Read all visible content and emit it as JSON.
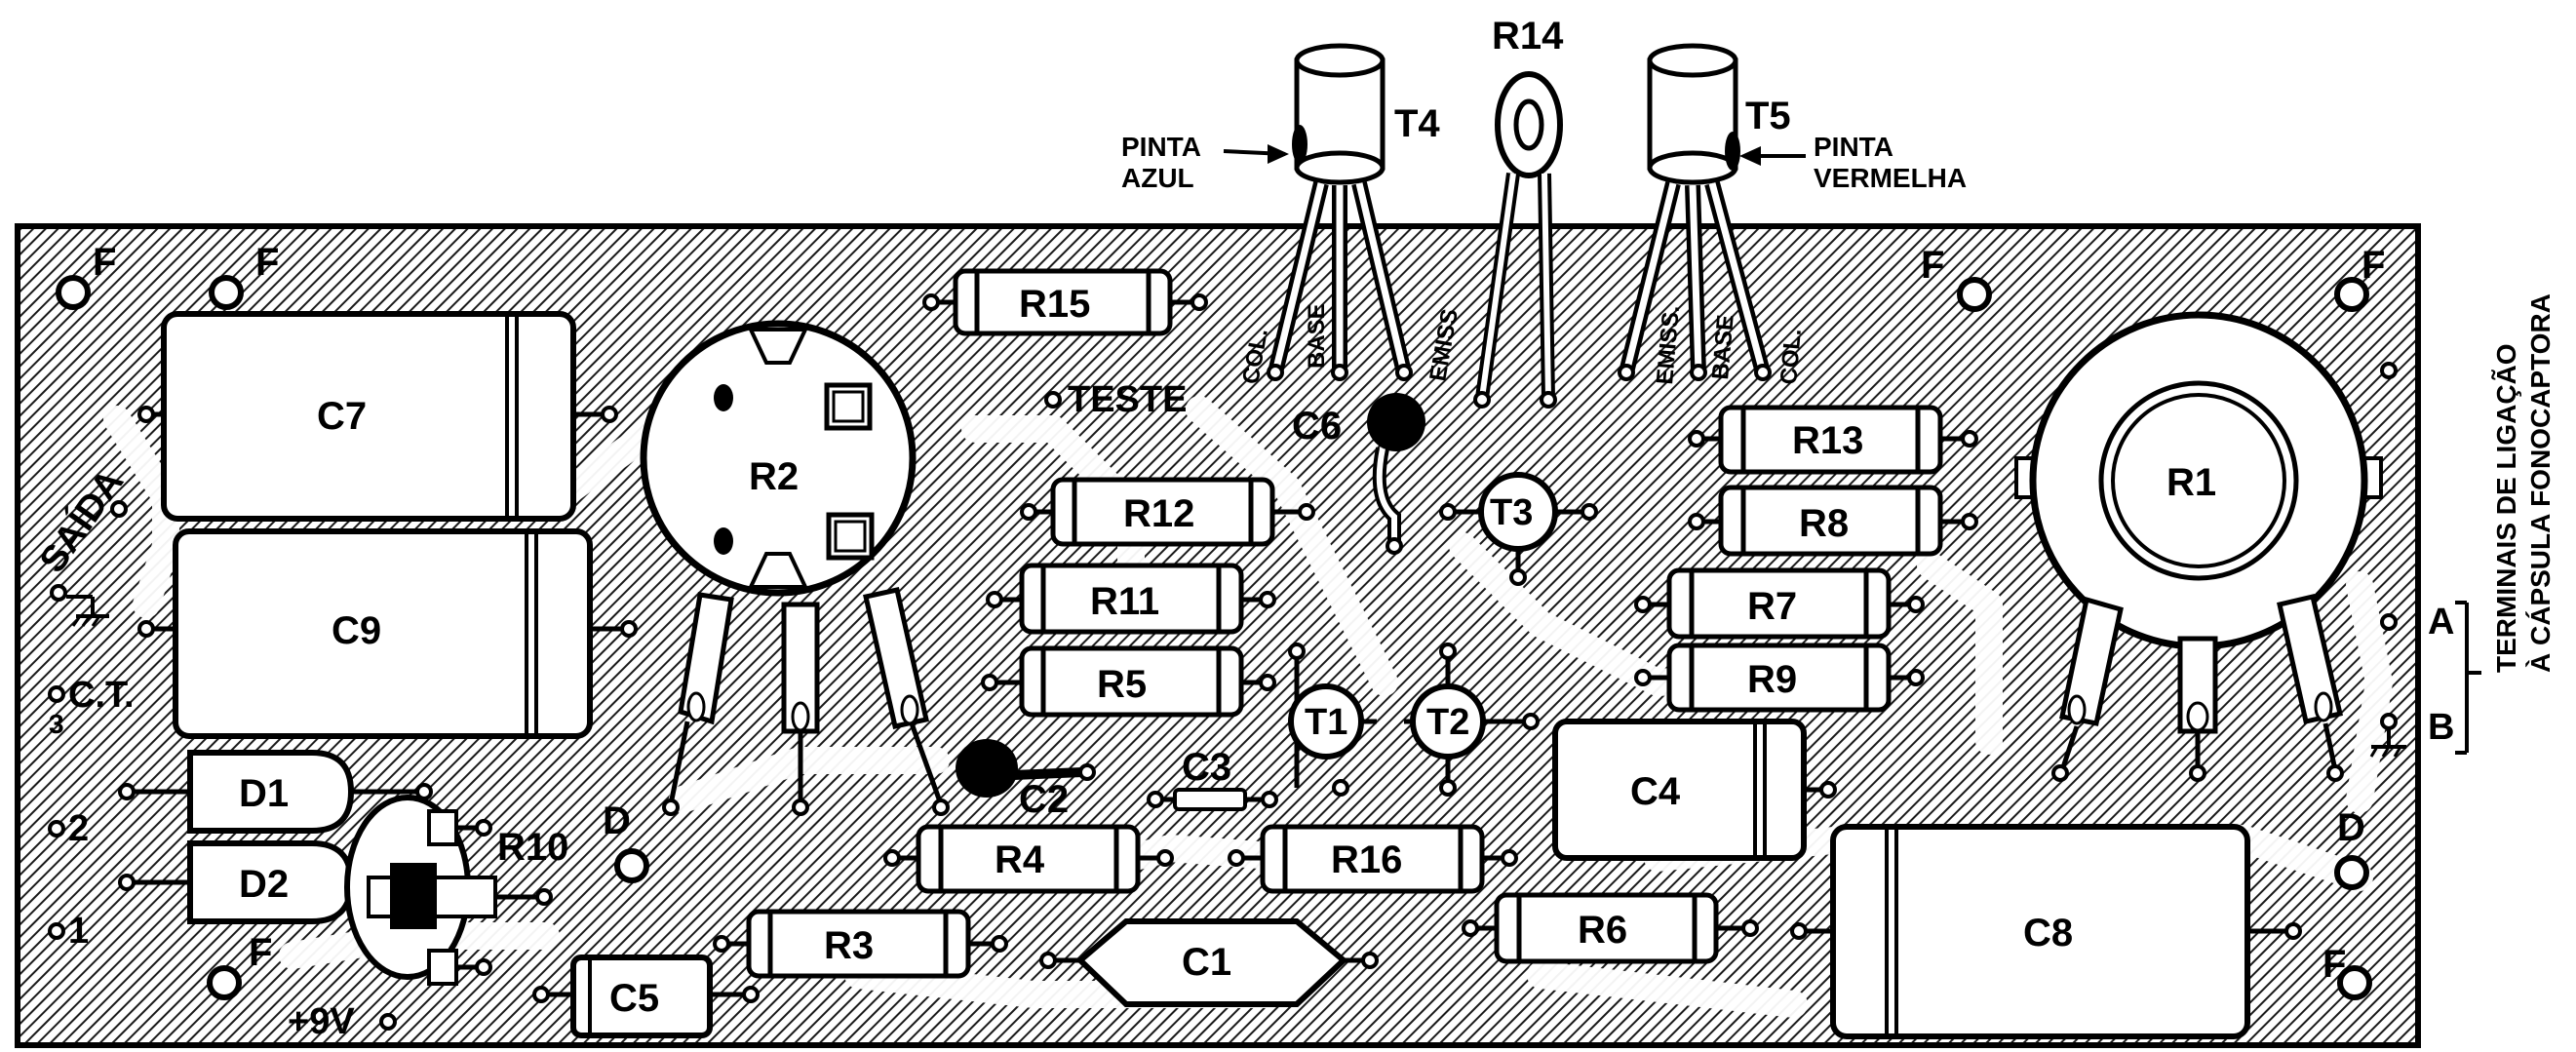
{
  "top_labels": {
    "t4": "T4",
    "r14": "R14",
    "t5": "T5",
    "pinta_azul_1": "PINTA",
    "pinta_azul_2": "AZUL",
    "pinta_vermelha_1": "PINTA",
    "pinta_vermelha_2": "VERMELHA",
    "t4_col": "COL.",
    "t4_base": "BASE",
    "t4_emiss": "EMISS",
    "t5_emiss": "EMISS.",
    "t5_base": "BASE",
    "t5_col": "COL."
  },
  "board_labels": {
    "c7": "C7",
    "c9": "C9",
    "r2": "R2",
    "r15": "R15",
    "teste": "TESTE",
    "c6": "C6",
    "r12": "R12",
    "r11": "R11",
    "r5": "R5",
    "t3": "T3",
    "r13": "R13",
    "r8": "R8",
    "r7": "R7",
    "r9": "R9",
    "r1": "R1",
    "t1": "T1",
    "t2": "T2",
    "c3": "C3",
    "c2": "C2",
    "c4": "C4",
    "d1": "D1",
    "d2": "D2",
    "r10": "R10",
    "r4": "R4",
    "r16": "R16",
    "r3": "R3",
    "c1": "C1",
    "r6": "R6",
    "c8": "C8",
    "c5": "C5",
    "plus9v": "+9V",
    "saida": "SAÍDA",
    "ct": "C.T.",
    "n3": "3",
    "n2": "2",
    "n1": "1",
    "a": "A",
    "b": "B",
    "f": "F",
    "d": "D"
  },
  "side_label": {
    "line1": "TERMINAIS DE LIGAÇÃO",
    "line2": "À CÁPSULA FONOCAPTORA"
  }
}
